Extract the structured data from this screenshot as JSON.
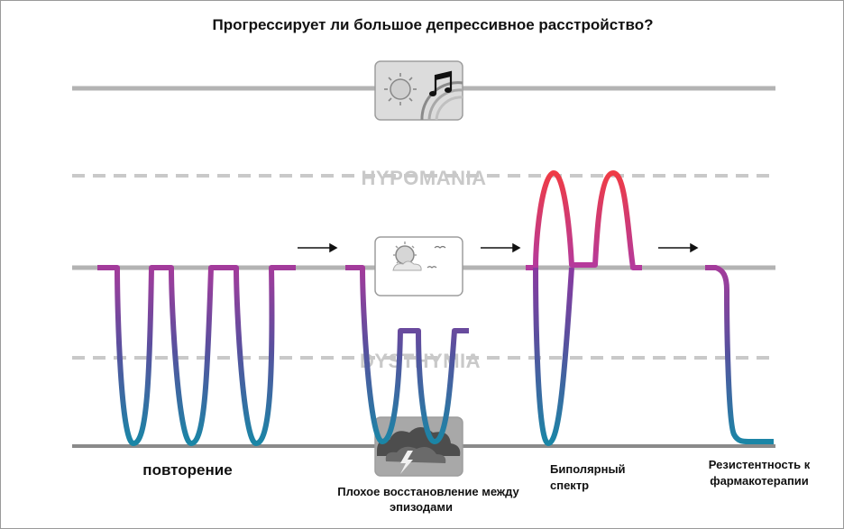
{
  "title": "Прогрессирует ли большое депрессивное расстройство?",
  "levels": {
    "hypomania": "HYPOMANIA",
    "dysthymia": "DYSTHYMIA"
  },
  "stages": {
    "recurrence": "повторение",
    "poor_recovery_line1": "Плохое восстановление между",
    "poor_recovery_line2": "эпизодами",
    "bipolar_line1": "Биполярный",
    "bipolar_line2": "спектр",
    "resistance_line1": "Резистентность к",
    "resistance_line2": "фармакотерапии"
  },
  "icons": {
    "top": [
      "sun-icon",
      "music-note-icon",
      "rainbow-icon"
    ],
    "middle": [
      "sun-icon",
      "cloud-icon",
      "bird-icon"
    ],
    "bottom": [
      "storm-cloud-icon",
      "lightning-icon"
    ],
    "arrows": "arrow-right-icon"
  },
  "colors": {
    "baseline": "#b3b3b3",
    "dashed": "#c9c9c9",
    "bottom_line": "#8a8a8a",
    "depression": "#1f7ea3",
    "euthymia": "#a33b9b",
    "mania": "#ea3a49"
  }
}
